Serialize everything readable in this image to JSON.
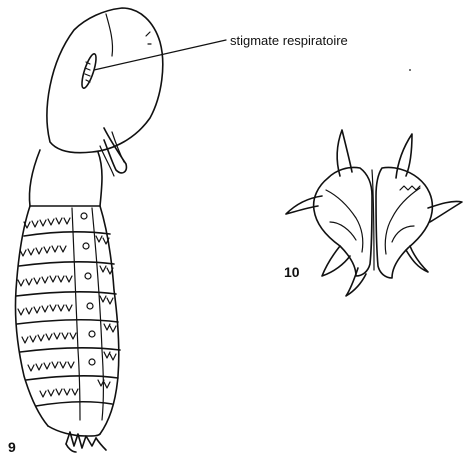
{
  "figure_9": {
    "label": "9",
    "callout": "stigmate respiratoire"
  },
  "figure_10": {
    "label": "10"
  },
  "colors": {
    "ink": "#111111",
    "paper": "#ffffff"
  }
}
